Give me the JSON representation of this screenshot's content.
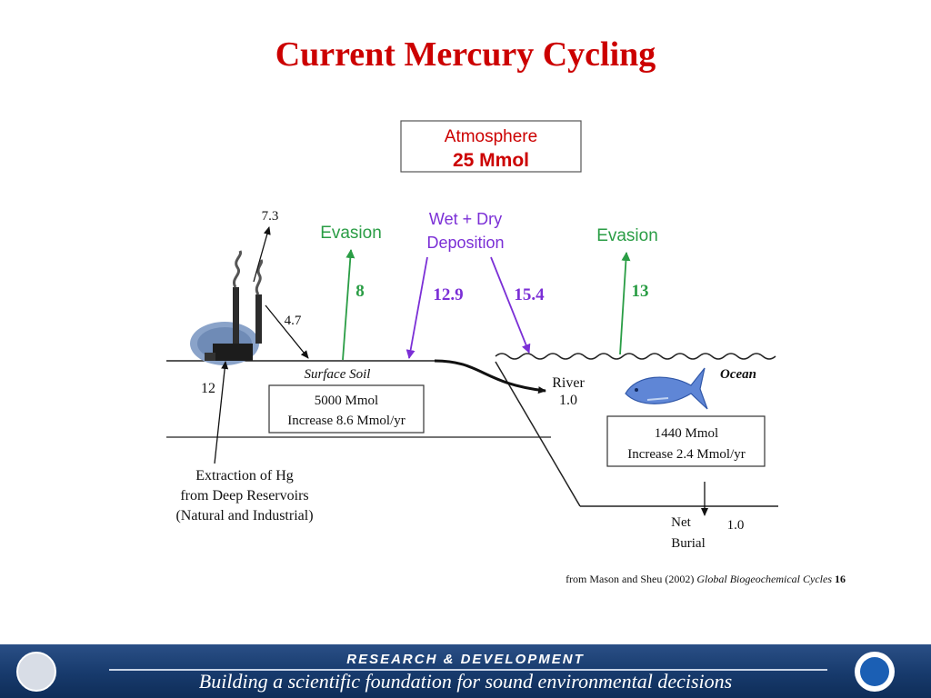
{
  "title": "Current Mercury Cycling",
  "atmosphere": {
    "label": "Atmosphere",
    "amount": "25 Mmol"
  },
  "fluxes": {
    "evasion_land_label": "Evasion",
    "evasion_land_value": "8",
    "deposition_label_line1": "Wet + Dry",
    "deposition_label_line2": "Deposition",
    "deposition_land_value": "12.9",
    "deposition_ocean_value": "15.4",
    "evasion_ocean_label": "Evasion",
    "evasion_ocean_value": "13",
    "emission_up_value": "7.3",
    "emission_local_value": "4.7",
    "extraction_value": "12"
  },
  "soil": {
    "label": "Surface Soil",
    "amount": "5000 Mmol",
    "increase": "Increase 8.6 Mmol/yr"
  },
  "river": {
    "label": "River",
    "value": "1.0"
  },
  "ocean": {
    "label": "Ocean",
    "amount": "1440 Mmol",
    "increase": "Increase 2.4 Mmol/yr"
  },
  "burial": {
    "label_line1": "Net",
    "label_line2": "Burial",
    "value": "1.0"
  },
  "extraction": {
    "line1": "Extraction of Hg",
    "line2": "from Deep Reservoirs",
    "line3": "(Natural and Industrial)"
  },
  "citation": {
    "prefix": "from Mason and Sheu (2002) ",
    "journal": "Global Biogeochemical Cycles",
    "volume": " 16"
  },
  "footer": {
    "top": "RESEARCH & DEVELOPMENT",
    "bottom": "Building a scientific foundation for sound environmental decisions"
  },
  "colors": {
    "title": "#cc0000",
    "evasion": "#2a9d45",
    "deposition": "#7b2fd6",
    "footer": "#173a6c"
  }
}
